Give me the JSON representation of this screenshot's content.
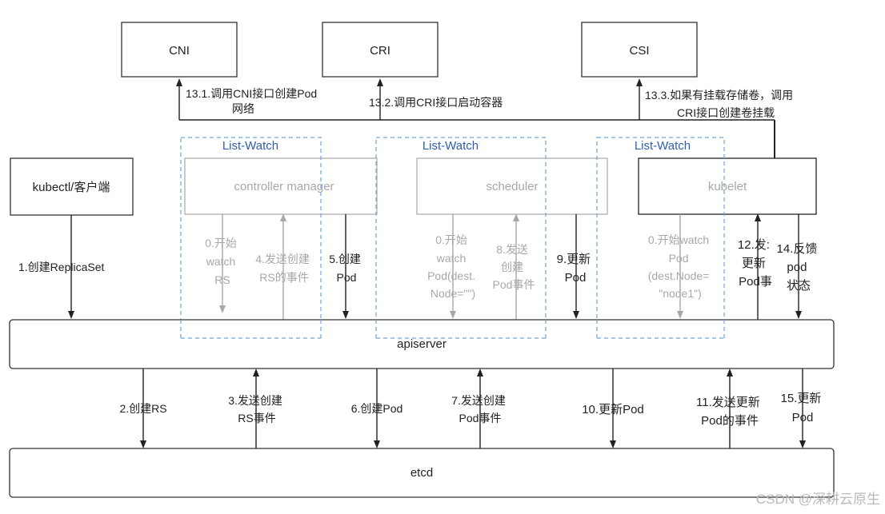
{
  "boxes": {
    "cni": "CNI",
    "cri": "CRI",
    "csi": "CSI",
    "kubectl": "kubectl/客户端",
    "controller_manager": "controller manager",
    "scheduler": "scheduler",
    "kubelet": "kubelet",
    "apiserver": "apiserver",
    "etcd": "etcd"
  },
  "list_watch": [
    "List-Watch",
    "List-Watch",
    "List-Watch"
  ],
  "steps": {
    "s13_1": [
      "13.1.调用CNI接口创建Pod",
      "网络"
    ],
    "s13_2": [
      "13.2.调用CRI接口启动容器"
    ],
    "s13_3": [
      "13.3.如果有挂载存储卷，调用",
      "CRI接口创建卷挂载"
    ],
    "s1": [
      "1.创建ReplicaSet"
    ],
    "s0_cm": [
      "0.开始",
      "watch",
      "RS"
    ],
    "s4": [
      "4.发送创建",
      "RS的事件"
    ],
    "s5": [
      "5.创建",
      "Pod"
    ],
    "s0_sched": [
      "0.开始",
      "watch",
      "Pod(dest.",
      "Node=\"\")"
    ],
    "s8": [
      "8.发送",
      "创建",
      "Pod事件"
    ],
    "s9": [
      "9.更新",
      "Pod"
    ],
    "s0_kubelet": [
      "0.开始watch",
      "Pod",
      "(dest.Node=",
      "\"node1\")"
    ],
    "s12": [
      "12.发:",
      "更新",
      "Pod事"
    ],
    "s14": [
      "14.反馈",
      "pod",
      "状态"
    ],
    "s2": [
      "2.创建RS"
    ],
    "s3": [
      "3.发送创建",
      "RS事件"
    ],
    "s6": [
      "6.创建Pod"
    ],
    "s7": [
      "7.发送创建",
      "Pod事件"
    ],
    "s10": [
      "10.更新Pod"
    ],
    "s11": [
      "11.发送更新",
      "Pod的事件"
    ],
    "s15": [
      "15.更新",
      "Pod"
    ]
  },
  "watermark": "CSDN @深耕云原生",
  "colors": {
    "line": "#222222",
    "gray": "#a8a8a8",
    "box_border": "#333333",
    "list_watch_border": "#6fa6dc",
    "list_watch_text": "#2f5fb0",
    "watermark": "#b9b9b9"
  }
}
